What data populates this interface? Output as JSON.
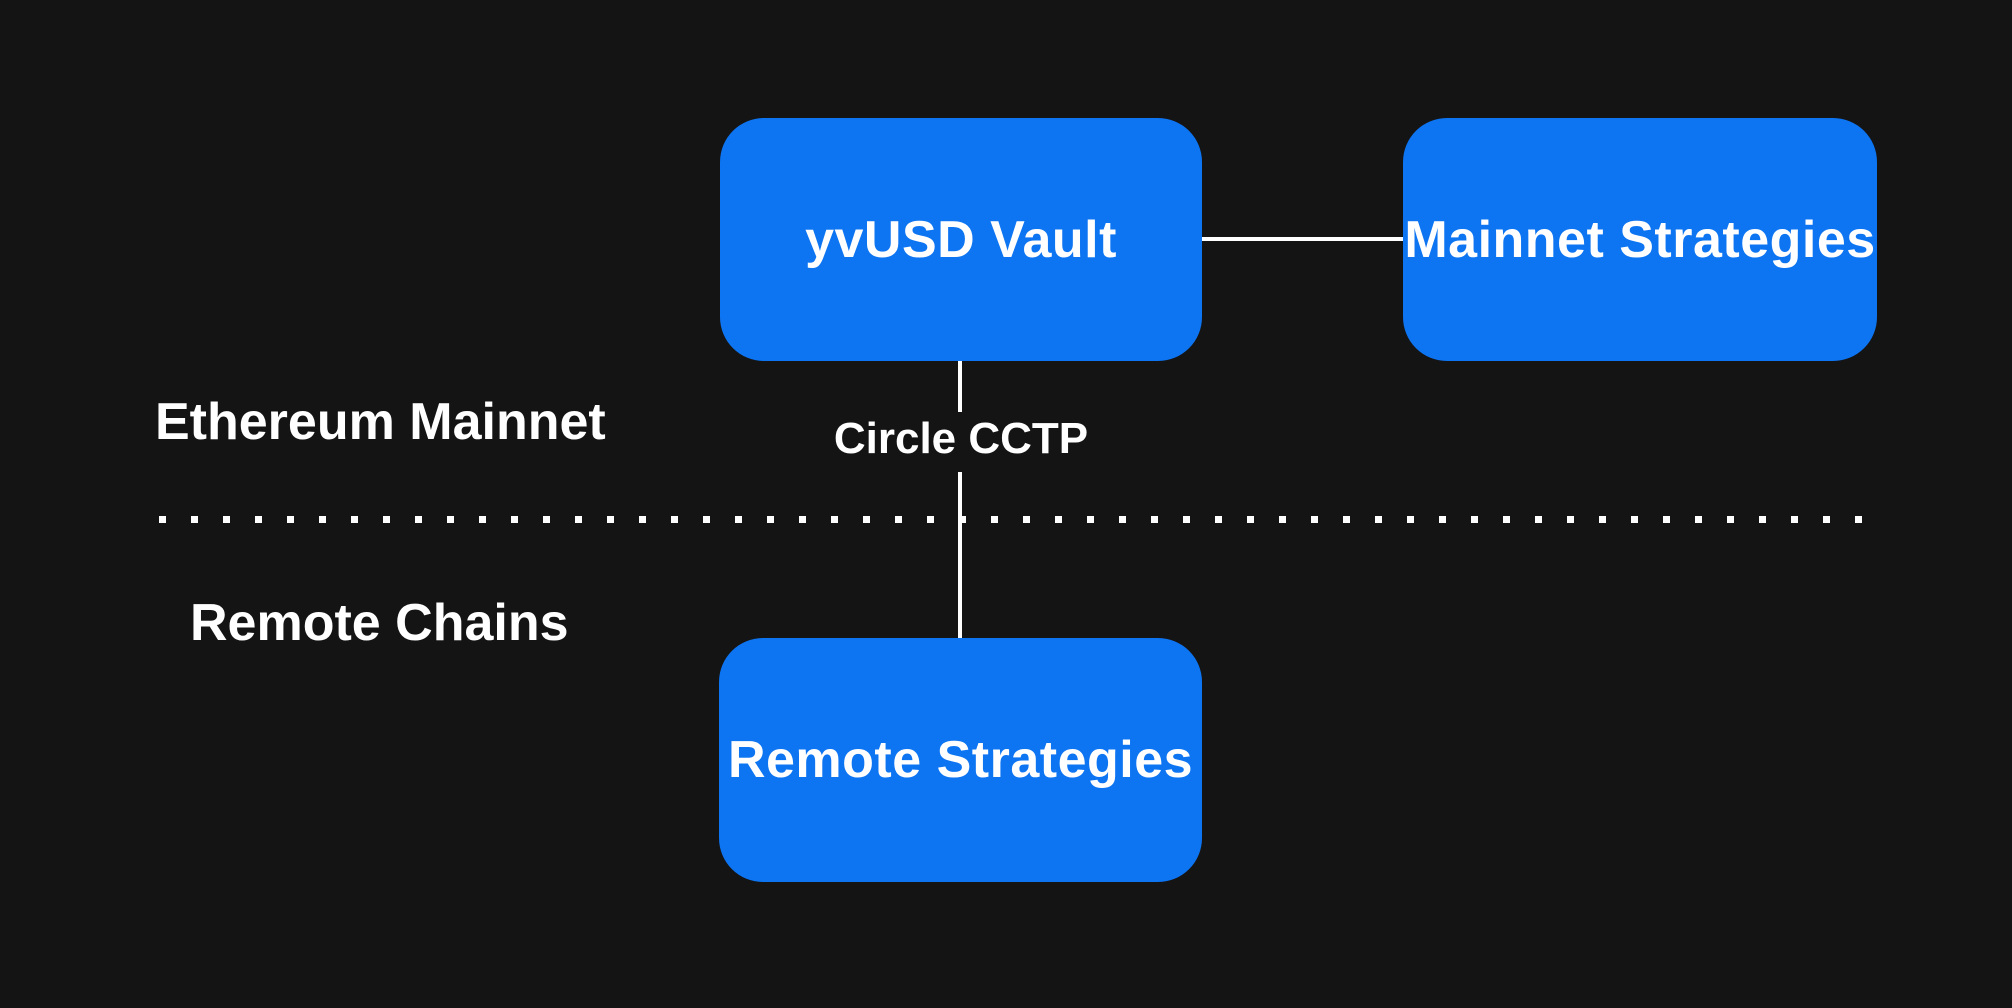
{
  "diagram": {
    "regions": {
      "top": {
        "label": "Ethereum Mainnet"
      },
      "bottom": {
        "label": "Remote Chains"
      }
    },
    "nodes": {
      "vault": {
        "label": "yvUSD Vault"
      },
      "mainnet_strategies": {
        "label": "Mainnet Strategies"
      },
      "remote_strategies": {
        "label": "Remote Strategies"
      }
    },
    "connectors": {
      "vault_to_mainnet": {
        "label": ""
      },
      "vault_to_remote": {
        "label": "Circle CCTP"
      }
    },
    "colors": {
      "background": "#141414",
      "node_fill": "#0d74f2",
      "text": "#ffffff",
      "line": "#ffffff"
    }
  }
}
